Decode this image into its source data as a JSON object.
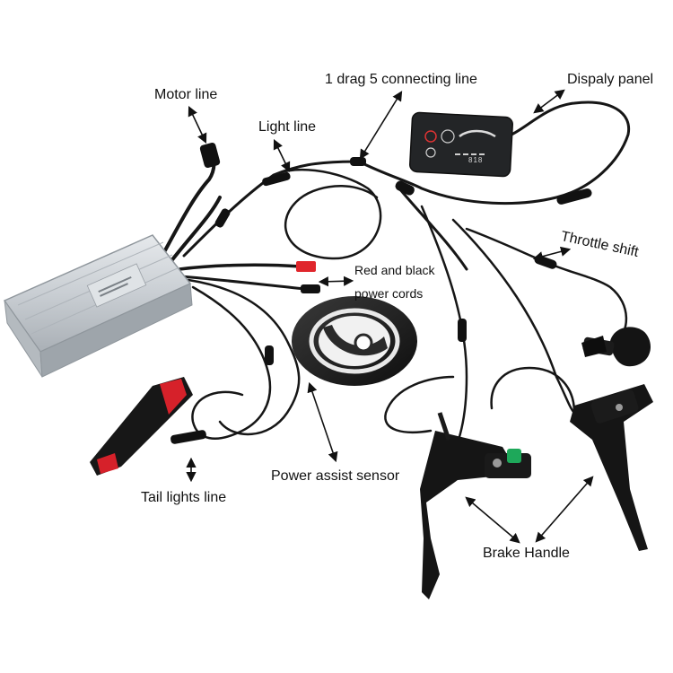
{
  "labels": {
    "motor_line": "Motor line",
    "light_line": "Light line",
    "drag_connecting_line": "1 drag 5 connecting line",
    "display_panel": "Dispaly panel",
    "throttle_shift": "Throttle shift",
    "red_black_line1": "Red and black",
    "red_black_line2": "power cords",
    "power_assist_sensor": "Power assist sensor",
    "tail_lights_line": "Tail lights line",
    "brake_handle": "Brake Handle"
  },
  "display_readout": "818",
  "colors": {
    "controller_body": "#cfd4d8",
    "cable": "#161616",
    "power_cord_red": "#e0262c",
    "tail_light_red": "#d6212a",
    "display_case": "#232527",
    "brake_accent_green": "#1ea85a"
  }
}
